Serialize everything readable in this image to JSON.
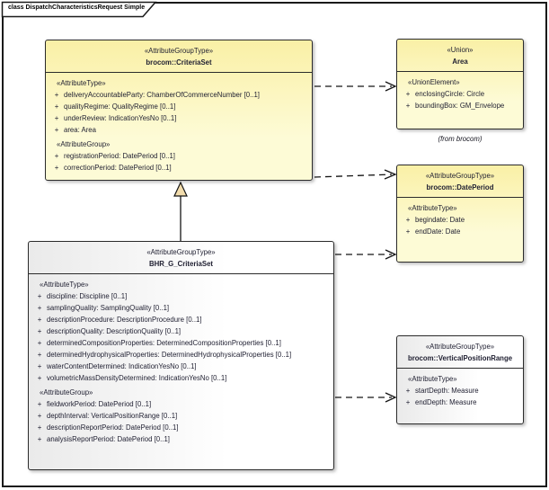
{
  "colors": {
    "yellow1": "#FAF0A6",
    "yellow2": "#FDFBD6",
    "grey1": "#EAEAEA",
    "grey2": "#FFFFFF",
    "border": "#2b2b2b",
    "text": "#1e1e30",
    "line": "#141414",
    "triangle-fill": "#F2DCAC"
  },
  "frame": {
    "title": "class DispatchCharacteristicsRequest Simple"
  },
  "classes": {
    "criteria_set": {
      "stereotype": "«AttributeGroupType»",
      "name": "brocom::CriteriaSet",
      "sections": [
        {
          "label": "«AttributeType»",
          "attrs": [
            {
              "vis": "+",
              "text": "deliveryAccountableParty: ChamberOfCommerceNumber [0..1]"
            },
            {
              "vis": "+",
              "text": "qualityRegime: QualityRegime [0..1]"
            },
            {
              "vis": "+",
              "text": "underReview: IndicationYesNo [0..1]"
            },
            {
              "vis": "+",
              "text": "area: Area"
            }
          ]
        },
        {
          "label": "«AttributeGroup»",
          "attrs": [
            {
              "vis": "+",
              "text": "registrationPeriod: DatePeriod [0..1]"
            },
            {
              "vis": "+",
              "text": "correctionPeriod: DatePeriod [0..1]"
            }
          ]
        }
      ]
    },
    "area": {
      "stereotype": "«Union»",
      "name": "Area",
      "origin_note": "(from brocom)",
      "sections": [
        {
          "label": "«UnionElement»",
          "attrs": [
            {
              "vis": "+",
              "text": "enclosingCircle: Circle"
            },
            {
              "vis": "+",
              "text": "boundingBox: GM_Envelope"
            }
          ]
        }
      ]
    },
    "date_period": {
      "stereotype": "«AttributeGroupType»",
      "name": "brocom::DatePeriod",
      "sections": [
        {
          "label": "«AttributeType»",
          "attrs": [
            {
              "vis": "+",
              "text": "begindate: Date"
            },
            {
              "vis": "+",
              "text": "endDate: Date"
            }
          ]
        }
      ]
    },
    "bhr_g_criteria_set": {
      "stereotype": "«AttributeGroupType»",
      "name": "BHR_G_CriteriaSet",
      "sections": [
        {
          "label": "«AttributeType»",
          "attrs": [
            {
              "vis": "+",
              "text": "discipline: Discipline [0..1]"
            },
            {
              "vis": "+",
              "text": "samplingQuality: SamplingQuality [0..1]"
            },
            {
              "vis": "+",
              "text": "descriptionProcedure: DescriptionProcedure [0..1]"
            },
            {
              "vis": "+",
              "text": "descriptionQuality: DescriptionQuality [0..1]"
            },
            {
              "vis": "+",
              "text": "determinedCompositionProperties: DeterminedCompositionProperties [0..1]"
            },
            {
              "vis": "+",
              "text": "determinedHydrophysicalProperties: DeterminedHydrophysicalProperties [0..1]"
            },
            {
              "vis": "+",
              "text": "waterContentDetermined: IndicationYesNo [0..1]"
            },
            {
              "vis": "+",
              "text": "volumetricMassDensityDetermined: IndicationYesNo [0..1]"
            }
          ]
        },
        {
          "label": "«AttributeGroup»",
          "attrs": [
            {
              "vis": "+",
              "text": "fieldworkPeriod: DatePeriod [0..1]"
            },
            {
              "vis": "+",
              "text": "depthInterval: VerticalPositionRange [0..1]"
            },
            {
              "vis": "+",
              "text": "descriptionReportPeriod: DatePeriod [0..1]"
            },
            {
              "vis": "+",
              "text": "analysisReportPeriod: DatePeriod [0..1]"
            }
          ]
        }
      ]
    },
    "vertical_position_range": {
      "stereotype": "«AttributeGroupType»",
      "name": "brocom::VerticalPositionRange",
      "sections": [
        {
          "label": "«AttributeType»",
          "attrs": [
            {
              "vis": "+",
              "text": "startDepth: Measure"
            },
            {
              "vis": "+",
              "text": "endDepth: Measure"
            }
          ]
        }
      ]
    }
  }
}
